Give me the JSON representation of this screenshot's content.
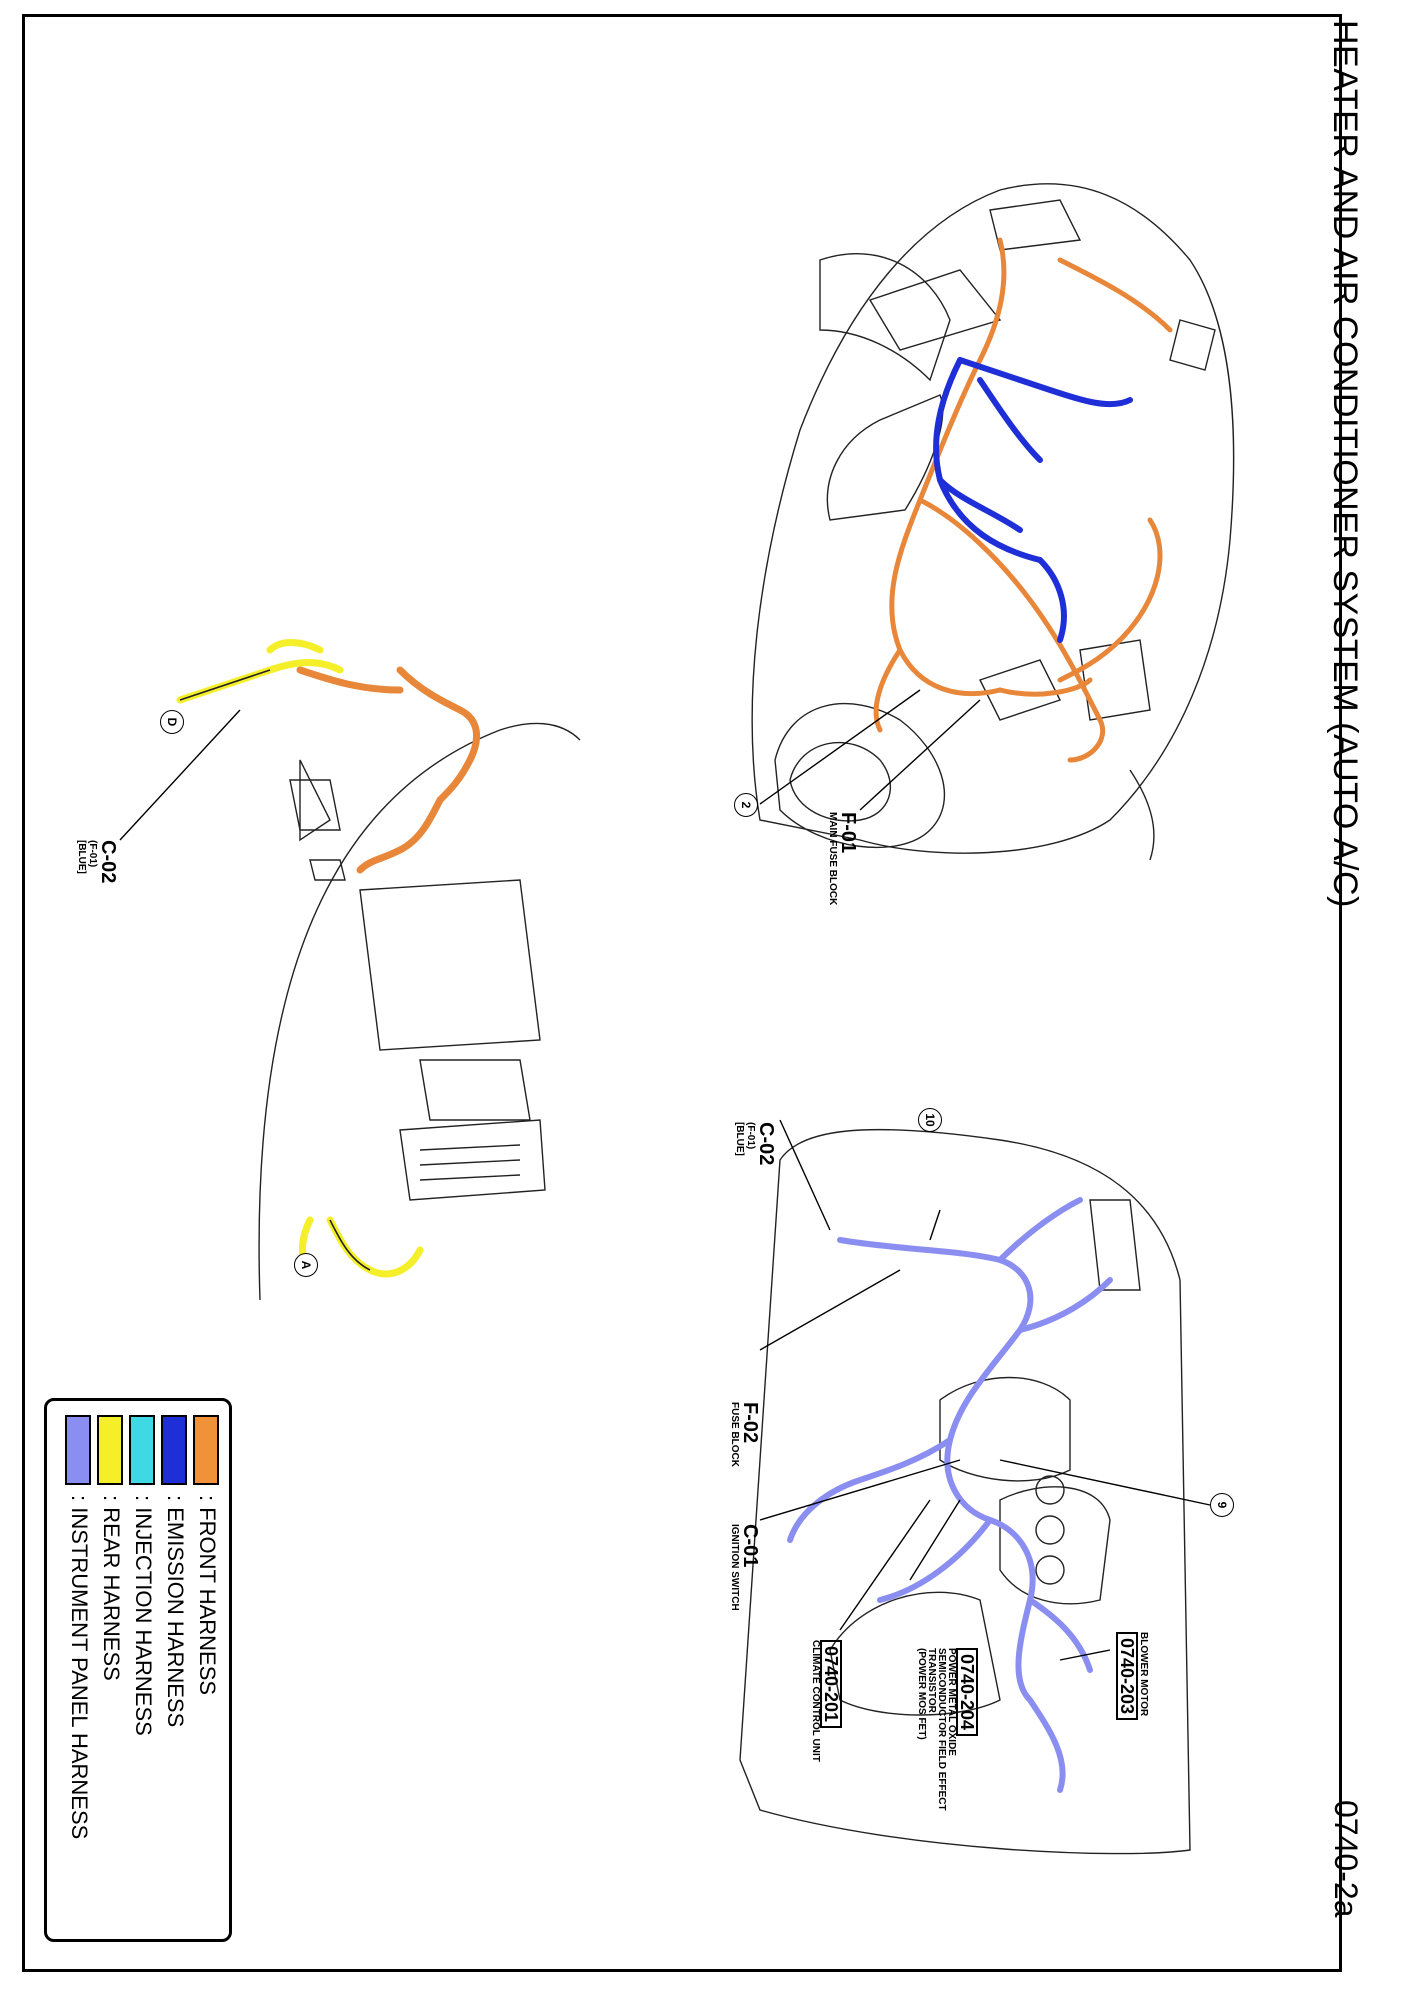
{
  "title": "HEATER AND AIR CONDITIONER SYSTEM (AUTO A/C)",
  "page_number": "0740-2a",
  "legend": [
    {
      "color": "#f0923a",
      "label": ": FRONT HARNESS"
    },
    {
      "color": "#1f2fd8",
      "label": ": EMISSION HARNESS"
    },
    {
      "color": "#3fd9e6",
      "label": ": INJECTION HARNESS"
    },
    {
      "color": "#f5ef2a",
      "label": ": REAR HARNESS"
    },
    {
      "color": "#8a8ef0",
      "label": ": INSTRUMENT PANEL HARNESS"
    }
  ],
  "labels": {
    "f01_code": "F-01",
    "f01_desc": "MAIN FUSE BLOCK",
    "c02_left_code": "C-02",
    "c02_left_sub1": "(F-01)",
    "c02_left_sub2": "[BLUE]",
    "c02_right_code": "C-02",
    "c02_right_sub1": "(F-01)",
    "c02_right_sub2": "[BLUE]",
    "f02_code": "F-02",
    "f02_desc": "FUSE BLOCK",
    "c01_code": "C-01",
    "c01_desc": "IGNITION SWITCH",
    "r204_box": "0740-204",
    "r204_desc1": "POWER METAL OXIDE",
    "r204_desc2": "SEMICONDUCTOR FIELD EFFECT",
    "r204_desc3": "TRANSISTOR",
    "r204_desc4": "(POWER MOS FET)",
    "r201_box": "0740-201",
    "r201_desc": "CLIMATE CONTROL UNIT",
    "r203_desc": "BLOWER MOTOR",
    "r203_box": "0740-203"
  },
  "callouts": {
    "c2": "2",
    "c10": "10",
    "c9": "9",
    "cD": "D",
    "cA": "A"
  }
}
